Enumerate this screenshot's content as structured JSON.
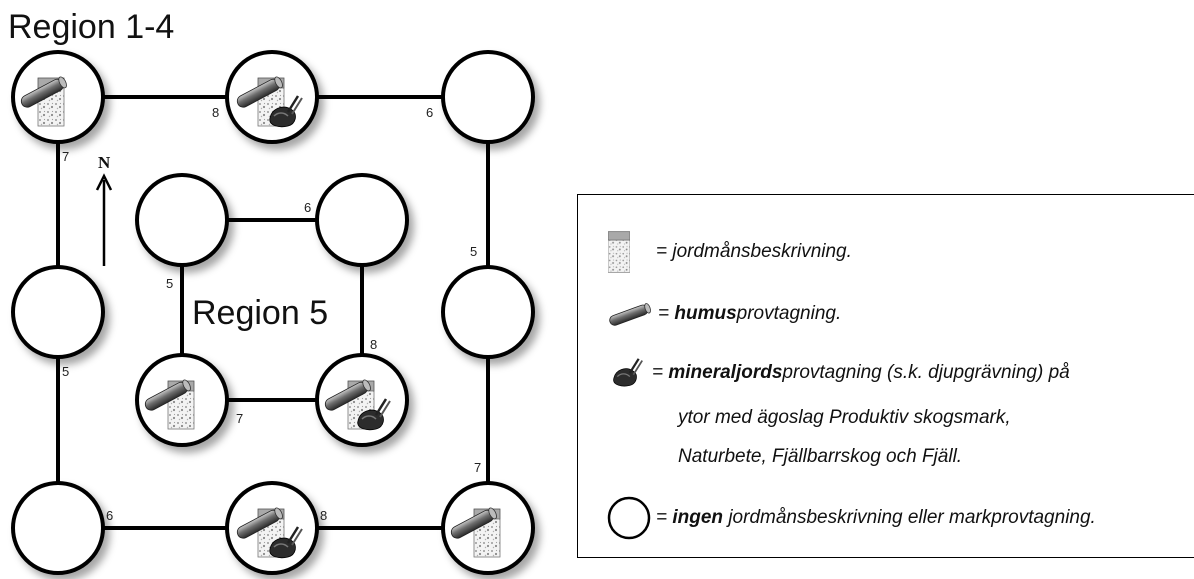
{
  "regions": {
    "outer_label": "Region 1-4",
    "inner_label": "Region 5"
  },
  "north_label": "N",
  "distance_labels": {
    "outer_top_left": "8",
    "outer_top_right": "6",
    "outer_left_top": "7",
    "outer_left_bottom": "5",
    "outer_right_top": "5",
    "outer_right_bottom": "7",
    "outer_bottom_left": "6",
    "outer_bottom_right": "8",
    "inner_top": "6",
    "inner_left": "5",
    "inner_right": "8",
    "inner_bottom": "7"
  },
  "legend": {
    "soil_description": {
      "text": "= jordmånsbeskrivning."
    },
    "humus": {
      "prefix": "= ",
      "bold": "humus",
      "suffix": "provtagning."
    },
    "mineral": {
      "prefix": "= ",
      "bold": "mineraljords",
      "suffix": "provtagning (s.k. djupgrävning) på",
      "line2": "ytor med ägoslag Produktiv skogsmark,",
      "line3": "Naturbete, Fjällbarrskog och Fjäll."
    },
    "none": {
      "prefix": "= ",
      "bold": "ingen",
      "suffix": " jordmånsbeskrivning eller markprovtagning."
    }
  }
}
